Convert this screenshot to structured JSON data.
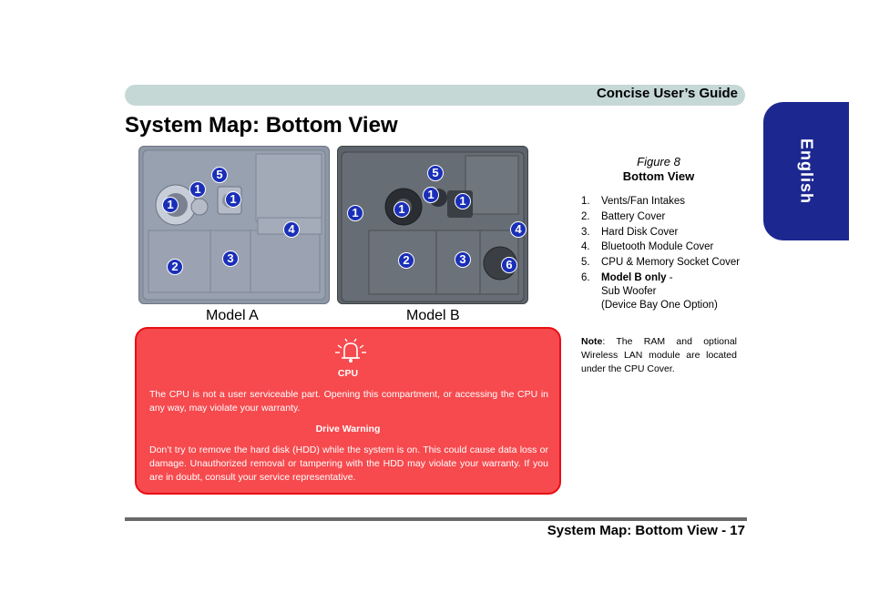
{
  "header": {
    "title": "Concise User’s Guide"
  },
  "page_title": "System Map: Bottom View",
  "side_tab": {
    "label": "English"
  },
  "figure": {
    "caption": "Figure 8",
    "title": "Bottom View",
    "model_a_label": "Model A",
    "model_b_label": "Model B",
    "markers": [
      "1",
      "2",
      "3",
      "4",
      "5",
      "6"
    ]
  },
  "legend": [
    {
      "num": "1.",
      "text": "Vents/Fan Intakes"
    },
    {
      "num": "2.",
      "text": "Battery Cover"
    },
    {
      "num": "3.",
      "text": "Hard Disk Cover"
    },
    {
      "num": "4.",
      "text": "Bluetooth Module Cover"
    },
    {
      "num": "5.",
      "text": "CPU & Memory Socket Cover"
    },
    {
      "num": "6.",
      "bold": "Model B only",
      "suffix": " -",
      "line2": "Sub Woofer",
      "line3": "(Device Bay One Option)"
    }
  ],
  "note": {
    "label": "Note",
    "text": ": The RAM and optional Wireless LAN module are located under the CPU Cover."
  },
  "warning": {
    "cpu_heading": "CPU",
    "cpu_text": "The CPU is not a user serviceable part. Opening this compartment, or accessing the CPU in any way, may violate your warranty.",
    "drive_heading": "Drive Warning",
    "drive_text": "Don’t try to remove the hard disk (HDD) while the system is on. This could cause data loss or damage. Unauthorized removal or tampering with the HDD may violate your warranty. If you are in doubt, consult your service representative."
  },
  "footer": {
    "text": "System Map: Bottom View - 17"
  },
  "colors": {
    "header_bar": "#c5d8d6",
    "side_tab": "#1c2890",
    "warning_fill": "#f64a4e",
    "warning_border": "#e80f14",
    "marker": "#1a2fb8"
  }
}
